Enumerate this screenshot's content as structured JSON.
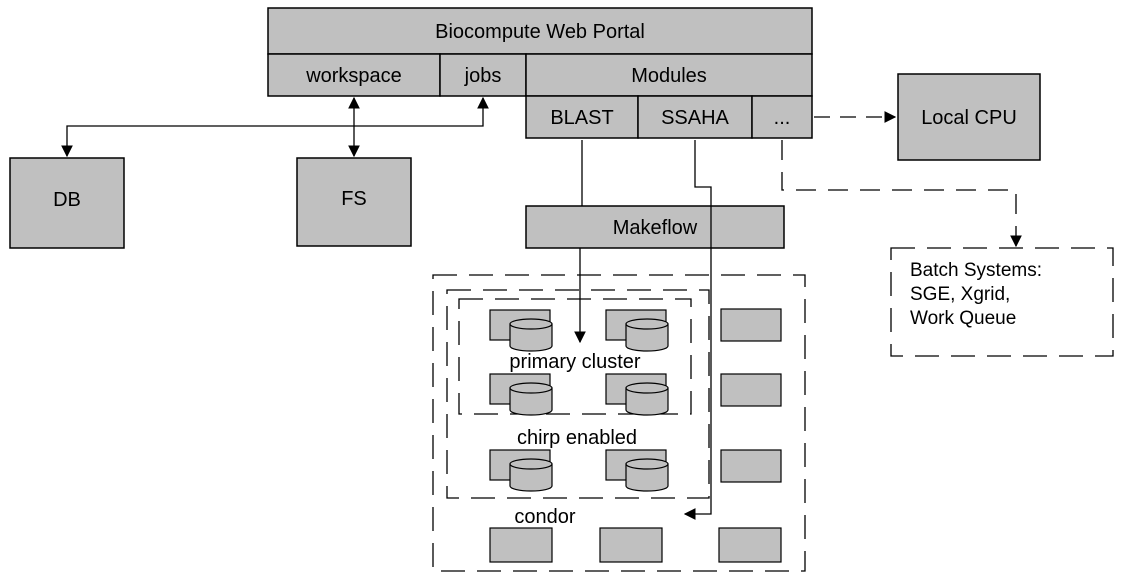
{
  "portal": {
    "title": "Biocompute Web Portal",
    "workspace": "workspace",
    "jobs": "jobs",
    "modules": "Modules",
    "blast": "BLAST",
    "ssaha": "SSAHA",
    "more": "..."
  },
  "nodes": {
    "db": "DB",
    "fs": "FS",
    "local_cpu": "Local CPU",
    "makeflow": "Makeflow"
  },
  "batch": {
    "line1": "Batch Systems:",
    "line2": "SGE, Xgrid,",
    "line3": "Work Queue"
  },
  "clusters": {
    "primary": "primary cluster",
    "chirp": "chirp enabled",
    "condor": "condor"
  },
  "colors": {
    "box_fill": "#c0c0c0",
    "stroke": "#000000",
    "background": "#ffffff"
  }
}
